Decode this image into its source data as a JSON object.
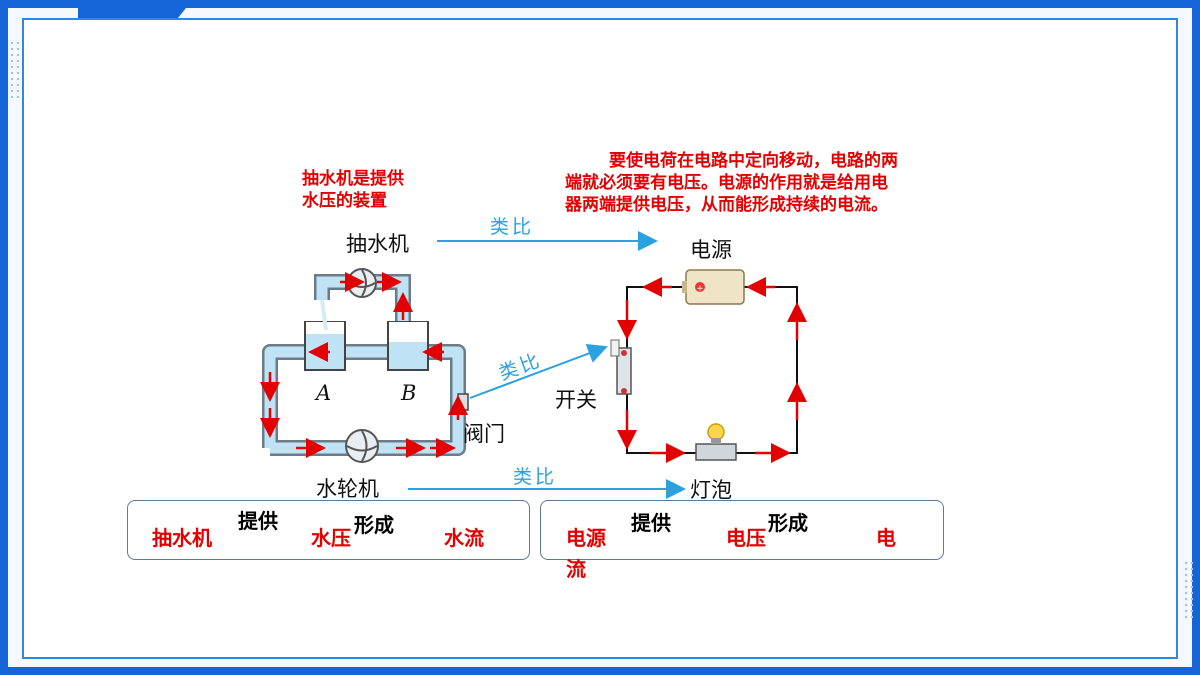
{
  "notes": {
    "pump_note_line1": "抽水机是提供",
    "pump_note_line2": "水压的装置",
    "source_note_line1": "要使电荷在电路中定向移动，电路的两",
    "source_note_line2": "端就必须要有电压。电源的作用就是给用电",
    "source_note_line3": "器两端提供电压，从而能形成持续的电流。"
  },
  "diagram": {
    "pump": "抽水机",
    "power_source": "电源",
    "analogy": "类比",
    "switch": "开关",
    "valve": "阀门",
    "turbine": "水轮机",
    "bulb": "灯泡",
    "container_a": "A",
    "container_b": "B"
  },
  "summary_water": {
    "pump": "抽水机",
    "provides": "提供",
    "pressure": "水压",
    "forms": "形成",
    "flow": "水流"
  },
  "summary_electric": {
    "source_part1": "电源",
    "source_part2": "流",
    "provides": "提供",
    "voltage": "电压",
    "forms": "形成",
    "current": "电"
  },
  "colors": {
    "accent_blue": "#1565d8",
    "note_red": "#e30000",
    "arrow_cyan": "#2aa1e0",
    "water": "#bfe3f5"
  }
}
